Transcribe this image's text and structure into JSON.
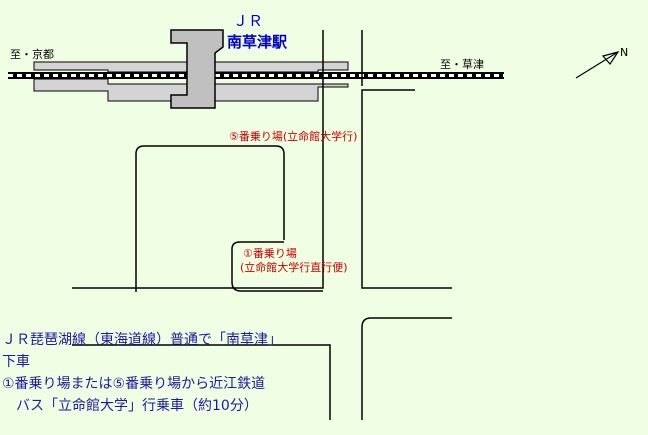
{
  "station": {
    "line1": "ＪＲ",
    "line2": "南草津駅"
  },
  "directions": {
    "west": "至・京都",
    "east": "至・草津",
    "north": "N"
  },
  "stops": {
    "stop5": "⑤番乗り場(立命館大学行)",
    "stop1_line1": "①番乗り場",
    "stop1_line2": "(立命館大学行直行便)"
  },
  "instructions": [
    "ＪＲ琵琶湖線（東海道線）普通で「南草津」",
    "下車",
    "①番乗り場または⑤番乗り場から近江鉄道",
    "　バス「立命館大学」行乗車（約10分）"
  ],
  "colors": {
    "background": "#f0ffe4",
    "station_label": "#0000cc",
    "stop_label": "#cc0000",
    "instructions": "#1a1aa6",
    "station_fill": "#c0c0c0"
  }
}
